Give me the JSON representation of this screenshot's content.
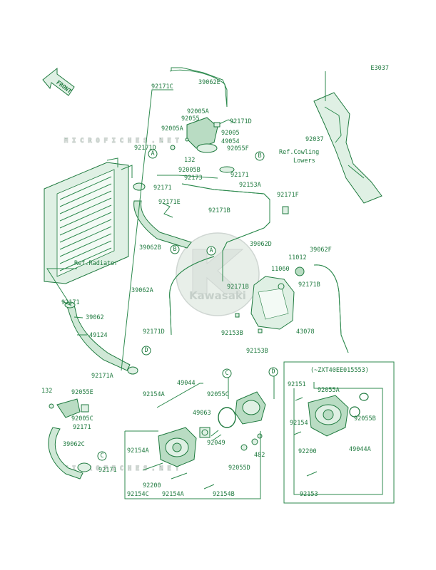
{
  "diagram_code": "E3037",
  "front_arrow_label": "FRONT",
  "watermark": {
    "text": "MICROFICHES.NET",
    "logo_text": "Kawasaki"
  },
  "references": {
    "radiator": "Ref.Radiator",
    "cowling_line1": "Ref.Cowling",
    "cowling_line2": "Lowers"
  },
  "inset_title": "(~ZXT40EE015553)",
  "callouts": [
    "A",
    "B",
    "C",
    "D"
  ],
  "part_labels": {
    "p39062E": "39062E",
    "p92171C": "92171C",
    "p92005A_1": "92005A",
    "p92055_top": "92055",
    "p92171D_1": "92171D",
    "p92005A_2": "92005A",
    "p92005": "92005",
    "p92171D_2": "92171D",
    "p49054": "49054",
    "p92055F": "92055F",
    "p132_top": "132",
    "p92005B": "92005B",
    "p92173": "92173",
    "p92171_m": "92171",
    "p92153A": "92153A",
    "p92037": "92037",
    "p92171_l": "92171",
    "p92171E": "92171E",
    "p92171B_1": "92171B",
    "p92171F": "92171F",
    "p39062B": "39062B",
    "p39062D": "39062D",
    "p11012": "11012",
    "p39062F": "39062F",
    "p11060": "11060",
    "p39062A": "39062A",
    "p92171B_2": "92171B",
    "p92171B_3": "92171B",
    "p92171_r": "92171",
    "p39062": "39062",
    "p49124": "49124",
    "p92171D_3": "92171D",
    "p92153B_1": "92153B",
    "p43078": "43078",
    "p92153B_2": "92153B",
    "p92171A": "92171A",
    "p49044": "49044",
    "p92154A_1": "92154A",
    "p92055C": "92055C",
    "p49063": "49063",
    "p92049": "92049",
    "p482": "482",
    "p92055D": "92055D",
    "p92154A_2": "92154A",
    "p92200_l": "92200",
    "p92154C": "92154C",
    "p92154A_3": "92154A",
    "p92154B": "92154B",
    "p132_l": "132",
    "p92055E": "92055E",
    "p92005C": "92005C",
    "p92171_b": "92171",
    "p39062C": "39062C",
    "p92171_c": "92171",
    "p92151": "92151",
    "p92055A_r": "92055A",
    "p92055B": "92055B",
    "p92154_r": "92154",
    "p92200_r": "92200",
    "p49044A": "49044A",
    "p92153": "92153"
  }
}
